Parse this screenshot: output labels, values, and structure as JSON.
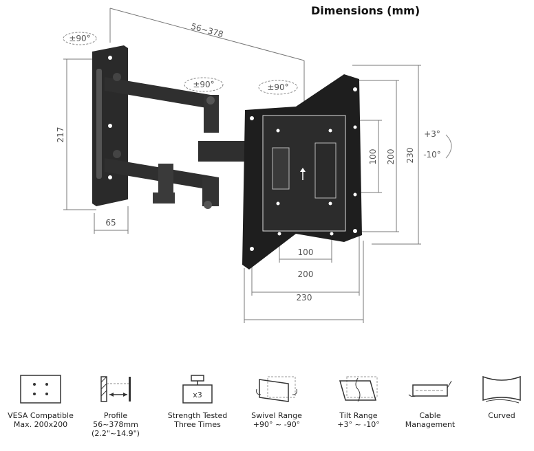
{
  "title": "Dimensions  (mm)",
  "dimensions": {
    "arm_extension": "56~378",
    "wall_plate_height": "217",
    "wall_plate_depth": "65",
    "swivel_wall": "±90°",
    "swivel_arm": "±90°",
    "swivel_head": "±90°",
    "tilt_up": "+3°",
    "tilt_down": "-10°",
    "vesa_h_inner": "100",
    "vesa_h_outer": "200",
    "plate_width": "230",
    "vesa_v_inner": "100",
    "vesa_v_outer": "200",
    "plate_height": "230"
  },
  "features": [
    {
      "icon": "vesa-grid-icon",
      "line1": "VESA Compatible",
      "line2": "Max. 200x200",
      "line3": ""
    },
    {
      "icon": "profile-icon",
      "line1": "Profile",
      "line2": "56~378mm",
      "line3": "(2.2\"~14.9\")"
    },
    {
      "icon": "weight-x3-icon",
      "line1": "Strength Tested",
      "line2": "Three Times",
      "line3": "",
      "badge": "x3"
    },
    {
      "icon": "swivel-icon",
      "line1": "Swivel Range",
      "line2": "+90° ~ -90°",
      "line3": ""
    },
    {
      "icon": "tilt-icon",
      "line1": "Tilt Range",
      "line2": "+3° ~ -10°",
      "line3": ""
    },
    {
      "icon": "cable-icon",
      "line1": "Cable",
      "line2": "Management",
      "line3": ""
    },
    {
      "icon": "curved-screen-icon",
      "line1": "Curved",
      "line2": "",
      "line3": ""
    }
  ]
}
